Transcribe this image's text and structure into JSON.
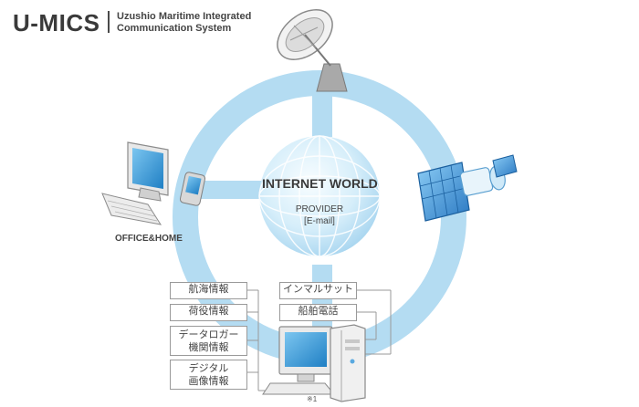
{
  "header": {
    "logo": "U-MICS",
    "subtitle_line1": "Uzushio Maritime Integrated",
    "subtitle_line2": "Communication System"
  },
  "center": {
    "title": "INTERNET WORLD",
    "provider": "PROVIDER",
    "email": "[E-mail]"
  },
  "office": {
    "label": "OFFICE&HOME"
  },
  "left_boxes": [
    {
      "lines": [
        "航海情報"
      ]
    },
    {
      "lines": [
        "荷役情報"
      ]
    },
    {
      "lines": [
        "データロガー",
        "機関情報"
      ]
    },
    {
      "lines": [
        "デジタル",
        "画像情報"
      ]
    }
  ],
  "right_boxes": [
    {
      "lines": [
        "インマルサット"
      ]
    },
    {
      "lines": [
        "船舶電話"
      ]
    }
  ],
  "note": "※1",
  "colors": {
    "ring": "#b4dcf2",
    "globe_light": "#eef8fd",
    "globe_dark": "#a9d6f0",
    "screen": "#3f9fdc",
    "header_text": "#3a3a3a"
  },
  "icons": [
    "satellite-dish-icon",
    "satellite-icon",
    "desktop-computer-icon",
    "pda-icon",
    "tower-pc-icon"
  ]
}
